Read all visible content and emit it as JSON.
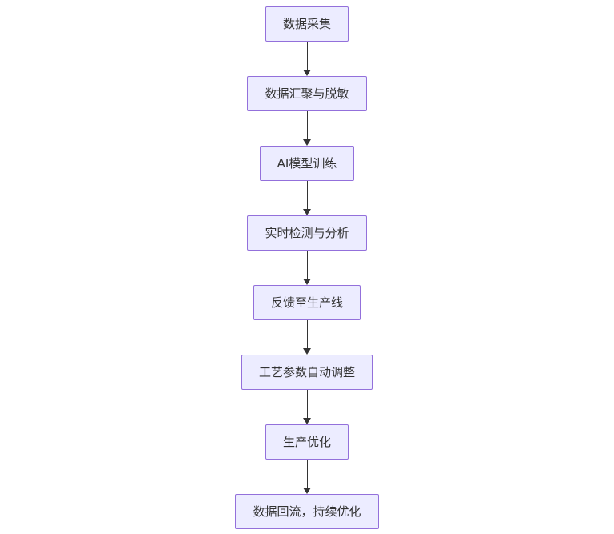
{
  "diagram": {
    "type": "flowchart",
    "direction": "top-down",
    "nodes": [
      {
        "id": "data-collection",
        "label": "数据采集"
      },
      {
        "id": "data-aggregation",
        "label": "数据汇聚与脱敏"
      },
      {
        "id": "ai-model-training",
        "label": "AI模型训练"
      },
      {
        "id": "realtime-detection",
        "label": "实时检测与分析"
      },
      {
        "id": "feedback-to-line",
        "label": "反馈至生产线"
      },
      {
        "id": "param-auto-adjust",
        "label": "工艺参数自动调整"
      },
      {
        "id": "production-optimize",
        "label": "生产优化"
      },
      {
        "id": "data-backflow",
        "label": "数据回流，持续优化"
      }
    ],
    "edges": [
      {
        "from": "data-collection",
        "to": "data-aggregation"
      },
      {
        "from": "data-aggregation",
        "to": "ai-model-training"
      },
      {
        "from": "ai-model-training",
        "to": "realtime-detection"
      },
      {
        "from": "realtime-detection",
        "to": "feedback-to-line"
      },
      {
        "from": "feedback-to-line",
        "to": "param-auto-adjust"
      },
      {
        "from": "param-auto-adjust",
        "to": "production-optimize"
      },
      {
        "from": "production-optimize",
        "to": "data-backflow"
      }
    ],
    "style": {
      "node_fill": "#ECECFF",
      "node_border": "#9370DB",
      "node_text": "#333333",
      "arrow_color": "#333333",
      "background": "#ffffff"
    }
  }
}
